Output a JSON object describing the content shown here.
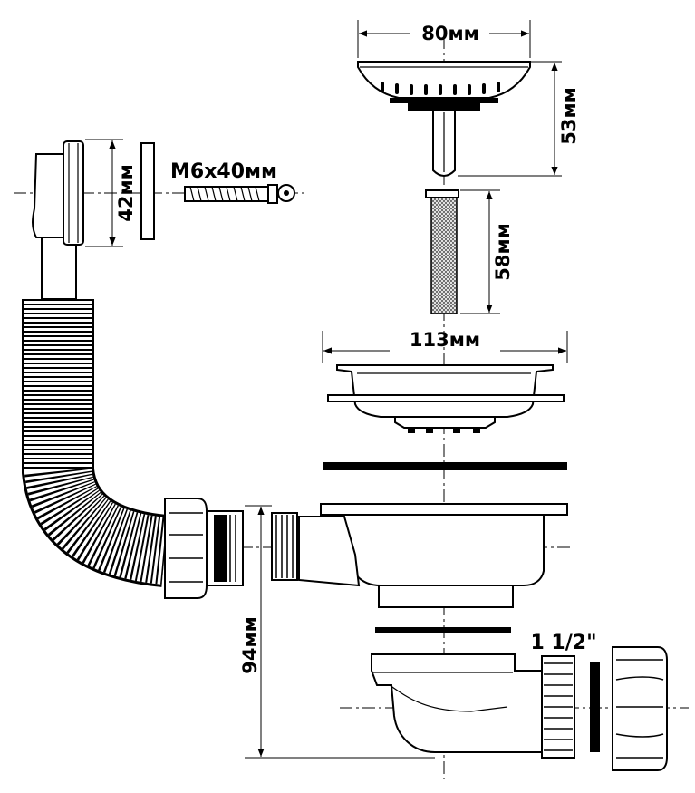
{
  "labels": {
    "strainer_width": "80мм",
    "strainer_height": "53мм",
    "bolt_length": "58мм",
    "bolt_spec": "M6x40мм",
    "outlet_height": "42мм",
    "flange_width": "113мм",
    "trap_height": "94мм",
    "thread_size": "1 1/2\""
  }
}
